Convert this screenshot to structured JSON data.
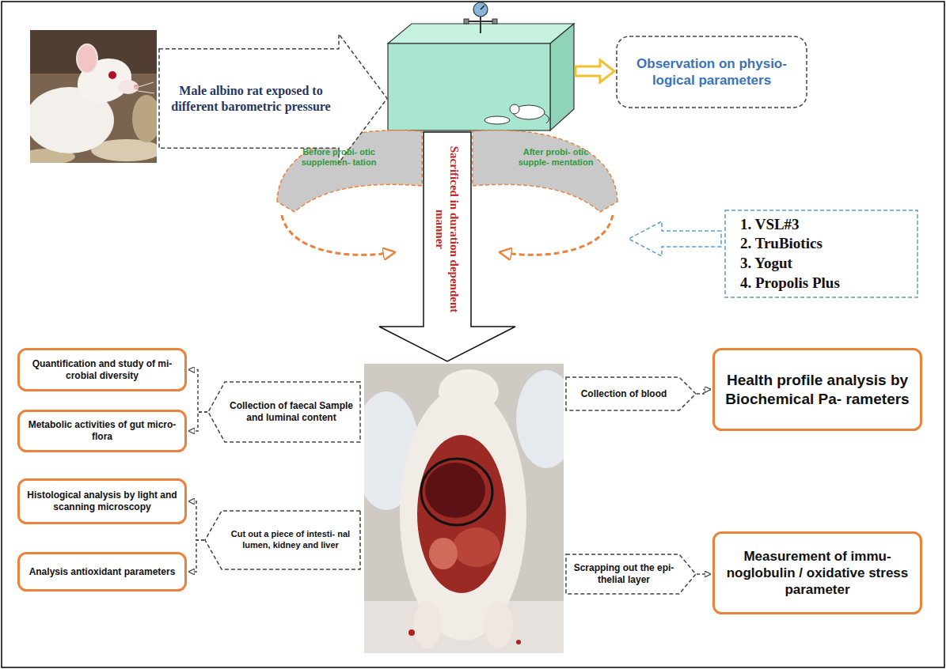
{
  "diagram": {
    "nodes": [
      {
        "text": [
          "Male albino rat exposed to different barometric pressure"
        ]
      },
      {
        "text": [
          "Observation on physio- logical parameters"
        ]
      },
      {
        "text": [
          "1. VSL#3",
          "2. TruBiotics",
          "3. Yogut",
          "4. Propolis Plus"
        ]
      },
      {
        "text": [
          "Sacrificed in duration dependent manner"
        ]
      },
      {
        "text": [
          "Quantification and study of mi- crobial diversity"
        ]
      },
      {
        "text": [
          "Collection of faecal Sample and luminal content"
        ]
      },
      {
        "text": [
          "Collection of blood"
        ]
      },
      {
        "text": [
          "Health profile analysis by Biochemical Pa- rameters"
        ]
      },
      {
        "text": [
          "Metabolic activities of gut micro- flora"
        ]
      },
      {
        "text": [
          "Histological analysis by light and scanning microscopy"
        ]
      },
      {
        "text": [
          "Cut out a piece of intesti- nal lumen, kidney and liver"
        ]
      },
      {
        "text": [
          "Analysis antioxidant parameters"
        ]
      },
      {
        "text": [
          "Scrapping out the epi- thelial layer"
        ]
      },
      {
        "text": [
          "Measurement of immu- noglobulin / oxidative stress parameter"
        ]
      }
    ],
    "edges": [
      {
        "from": 5,
        "to": 4,
        "arrow": "to"
      },
      {
        "from": 5,
        "to": 8,
        "arrow": "to"
      },
      {
        "from": 6,
        "to": 7,
        "arrow": "to"
      },
      {
        "from": 10,
        "to": 9,
        "arrow": "to"
      },
      {
        "from": 10,
        "to": 11,
        "arrow": "to"
      },
      {
        "from": 12,
        "to": 13,
        "arrow": "to"
      }
    ],
    "labels": [
      "Before probi- otic supplemen- tation",
      "After probi- otic supple- mentation"
    ]
  }
}
